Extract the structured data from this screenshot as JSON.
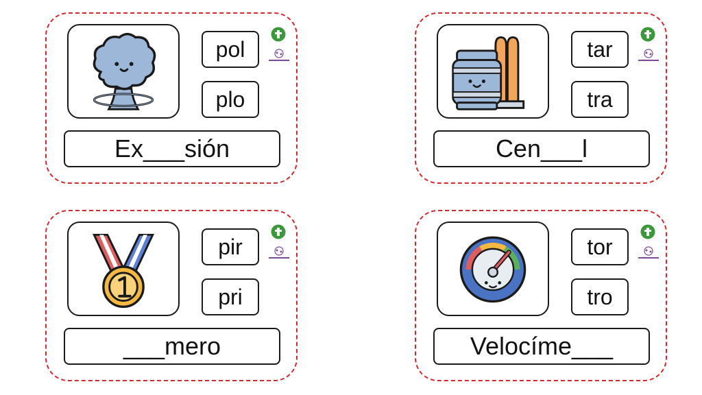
{
  "cards": [
    {
      "word": "Ex___sión",
      "syllables": [
        "pol",
        "plo"
      ],
      "picture": "explosion-cloud-icon"
    },
    {
      "word": "Cen___l",
      "syllables": [
        "tar",
        "tra"
      ],
      "picture": "power-plant-icon"
    },
    {
      "word": "___mero",
      "syllables": [
        "pir",
        "pri"
      ],
      "picture": "medal-icon"
    },
    {
      "word": "Velocíme___",
      "syllables": [
        "tor",
        "tro"
      ],
      "picture": "speedometer-icon"
    }
  ],
  "colors": {
    "dashed_border": "#d9262c",
    "logo_green": "#3a9a3a",
    "logo_purple": "#7b4a9c"
  }
}
